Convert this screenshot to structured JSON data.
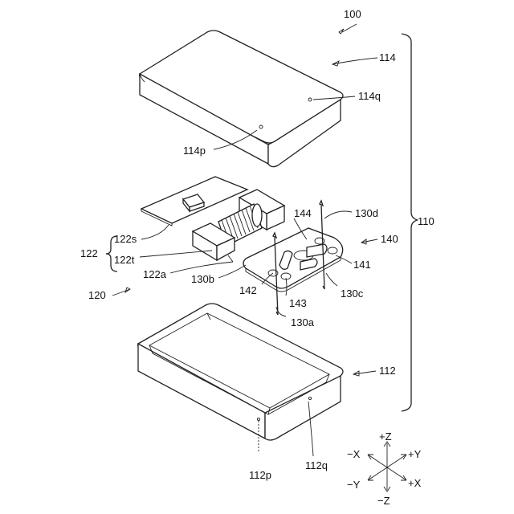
{
  "labels": {
    "device": "100",
    "housing": "110",
    "lid": "114",
    "lid_point_q": "114q",
    "lid_point_p": "114p",
    "coil_assembly": "122",
    "sheet": "122s",
    "terminal": "122t",
    "wire_end": "122a",
    "pin_d": "130d",
    "pin_b": "130b",
    "pin_c": "130c",
    "pin_a": "130a",
    "board_unit": "140",
    "board": "141",
    "pad_142": "142",
    "pad_143": "143",
    "pad_144": "144",
    "module": "120",
    "case": "112",
    "case_point_p": "112p",
    "case_point_q": "112q"
  },
  "axes": {
    "plus_z": "+Z",
    "minus_z": "−Z",
    "plus_y": "+Y",
    "minus_y": "−Y",
    "plus_x": "+X",
    "minus_x": "−X"
  }
}
